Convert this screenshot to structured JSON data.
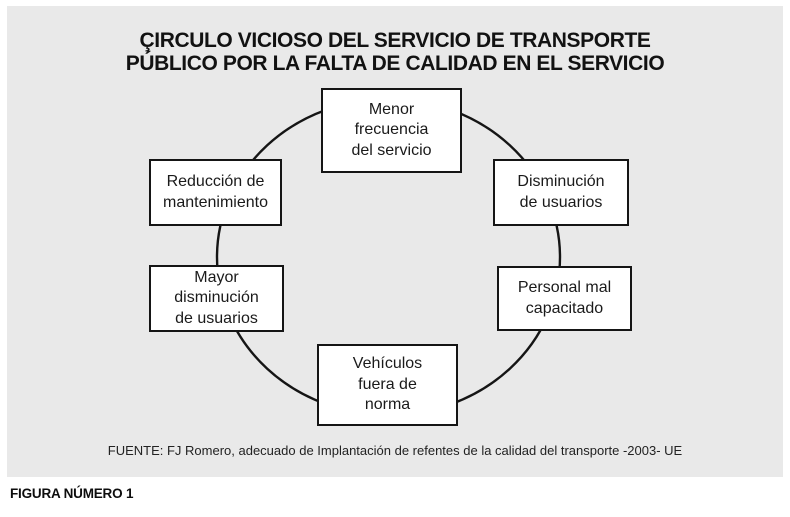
{
  "title": {
    "line1": "ÇIRCULO VICIOSO DEL SERVICIO DE TRANSPORTE",
    "line2": "PÚBLICO POR LA FALTA DE CALIDAD EN EL SERVICIO"
  },
  "cycle": {
    "shape": "circle",
    "direction": "clockwise",
    "nodes": [
      {
        "id": "menor-frecuencia",
        "position": "top",
        "label": "Menor\nfrecuencia\ndel servicio"
      },
      {
        "id": "disminucion-usuarios",
        "position": "upper-right",
        "label": "Disminución\nde usuarios"
      },
      {
        "id": "personal-mal-capacitado",
        "position": "lower-right",
        "label": "Personal mal\ncapacitado"
      },
      {
        "id": "vehiculos-fuera-de-norma",
        "position": "bottom",
        "label": "Vehículos\nfuera de\nnorma"
      },
      {
        "id": "mayor-disminucion",
        "position": "lower-left",
        "label": "Mayor\ndisminución\nde usuarios"
      },
      {
        "id": "reduccion-mantenimiento",
        "position": "upper-left",
        "label": "Reducción de\nmantenimiento"
      }
    ]
  },
  "source": "FUENTE: FJ Romero, adecuado de Implantación de refentes de la calidad del transporte -2003- UE",
  "figure_label": "FIGURA NÚMERO 1",
  "colors": {
    "panel_bg": "#e9e9e9",
    "page_bg": "#ffffff",
    "box_bg": "#ffffff",
    "box_border": "#151515",
    "line": "#151515",
    "text": "#1a1a1a"
  }
}
